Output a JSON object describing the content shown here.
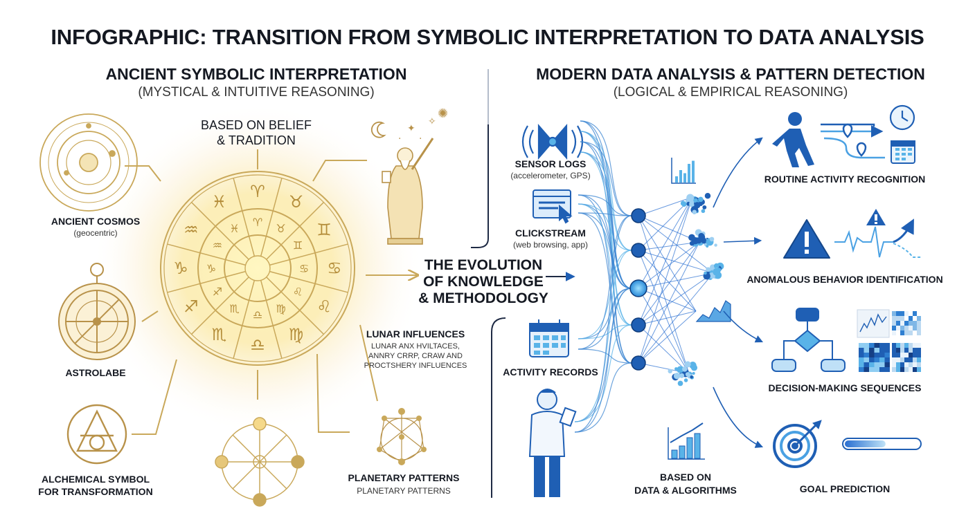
{
  "title": "INFOGRAPHIC: TRANSITION FROM SYMBOLIC INTERPRETATION TO DATA ANALYSIS",
  "colors": {
    "gold": "#c9a85a",
    "gold_light": "#f5dc8a",
    "blue": "#1f5fb4",
    "blue_light": "#59b3e8",
    "ink": "#141821"
  },
  "left": {
    "title": "ANCIENT SYMBOLIC INTERPRETATION",
    "subtitle": "(MYSTICAL & INTUITIVE REASONING)",
    "basis_line1": "BASED ON BELIEF",
    "basis_line2": "& TRADITION",
    "cosmos_title": "ANCIENT COSMOS",
    "cosmos_sub": "(geocentric)",
    "astrolabe_title": "ASTROLABE",
    "alchemy_line1": "ALCHEMICAL SYMBOL",
    "alchemy_line2": "FOR TRANSFORMATION",
    "lunar_title": "LUNAR INFLUENCES",
    "lunar_line1": "LUNAR ANX HVILTACES,",
    "lunar_line2": "ANNRY CRRP, CRAW AND",
    "lunar_line3": "PROCTSHERY INFLUENCES",
    "planetary_title": "PLANETARY PATTERNS",
    "planetary_sub": "PLANETARY PATTERNS",
    "zodiac_outer": [
      "♓",
      "♈",
      "♉",
      "♊",
      "♋",
      "♌",
      "♍",
      "♎",
      "♏",
      "♐",
      "♑",
      "♒"
    ],
    "zodiac_inner": [
      "♓",
      "♈",
      "♉",
      "♊",
      "♋",
      "♌",
      "♍",
      "♎",
      "♏",
      "♐",
      "♑",
      "♒"
    ]
  },
  "center": {
    "line1": "THE EVOLUTION",
    "line2": "OF KNOWLEDGE",
    "line3": "& METHODOLOGY"
  },
  "right": {
    "title": "MODERN DATA ANALYSIS & PATTERN DETECTION",
    "subtitle": "(LOGICAL & EMPIRICAL REASONING)",
    "sensor_title": "SENSOR LOGS",
    "sensor_sub": "(accelerometer, GPS)",
    "click_title": "CLICKSTREAM",
    "click_sub": "(web browsing, app)",
    "activity_title": "ACTIVITY RECORDS",
    "basis_line1": "BASED ON",
    "basis_line2": "DATA & ALGORITHMS",
    "out_routine": "ROUTINE ACTIVITY RECOGNITION",
    "out_anomaly": "ANOMALOUS BEHAVIOR IDENTIFICATION",
    "out_decision": "DECISION-MAKING SEQUENCES",
    "out_goal": "GOAL PREDICTION",
    "goal_progress": 0.55,
    "chart_bars": [
      2,
      4,
      3,
      6,
      7
    ],
    "basis_bars": [
      2,
      3,
      5,
      6
    ]
  }
}
